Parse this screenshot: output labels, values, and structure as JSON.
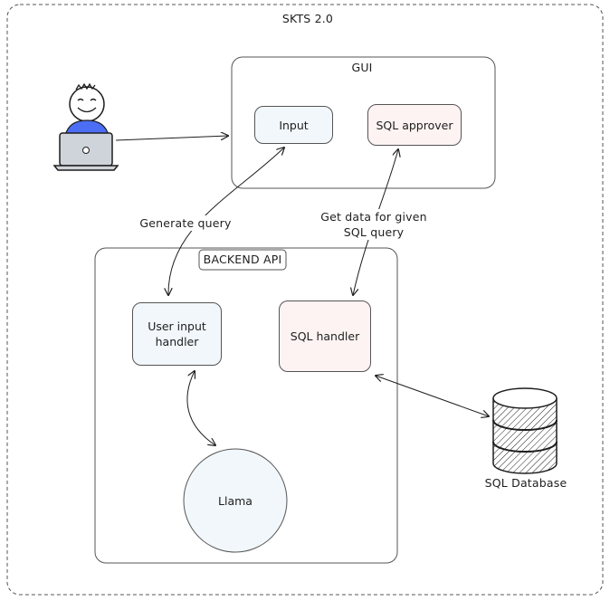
{
  "diagram": {
    "title": "SKTS 2.0",
    "gui": {
      "label": "GUI",
      "input_label": "Input",
      "sql_approver_label": "SQL approver"
    },
    "backend": {
      "label": "BACKEND API",
      "user_input_handler_label": "User input\nhandler",
      "sql_handler_label": "SQL handler",
      "llama_label": "Llama"
    },
    "edges": {
      "generate_query": "Generate query",
      "get_data_line1": "Get data for given",
      "get_data_line2": "SQL query"
    },
    "database_label": "SQL Database"
  }
}
